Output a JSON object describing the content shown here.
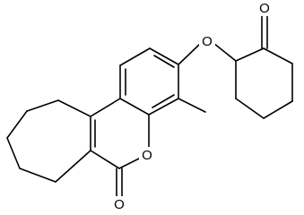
{
  "structure": {
    "atoms": {
      "o_ether": "O",
      "o_ketone": "O",
      "o_ring": "O",
      "o_carbonyl": "O"
    }
  },
  "colors": {
    "bond": "#000000",
    "background": "#ffffff"
  }
}
